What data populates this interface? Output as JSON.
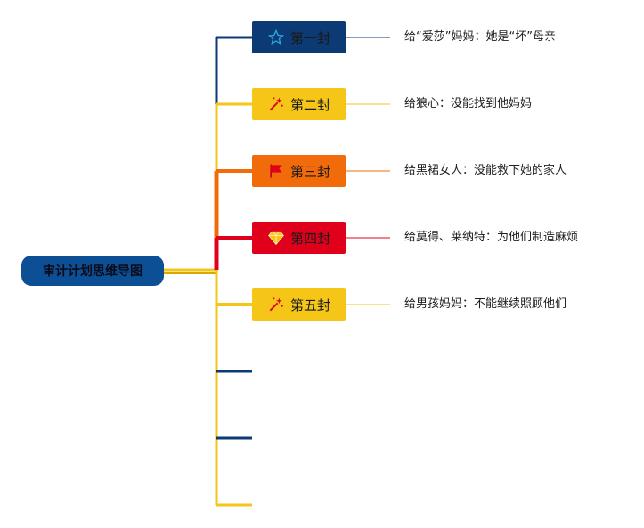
{
  "root": {
    "label": "审计计划思维导图"
  },
  "colors": {
    "navy": "#0b3a74",
    "yellow": "#f5c518",
    "orange": "#f26b0b",
    "red": "#e0001b",
    "root": "#0c4f95"
  },
  "branches": [
    {
      "label": "第一封",
      "icon": "star-outline-icon",
      "node_color": "#0b3a74",
      "note": "给“爱莎”妈妈：她是“坏”母亲"
    },
    {
      "label": "第二封",
      "icon": "magic-wand-icon",
      "node_color": "#f5c518",
      "note": "给狼心：没能找到他妈妈"
    },
    {
      "label": "第三封",
      "icon": "red-flag-icon",
      "node_color": "#f26b0b",
      "note": "给黑裙女人：没能救下她的家人"
    },
    {
      "label": "第四封",
      "icon": "diamond-icon",
      "node_color": "#e0001b",
      "note": "给莫得、莱纳特：为他们制造麻烦"
    },
    {
      "label": "第五封",
      "icon": "magic-wand-icon",
      "node_color": "#f5c518",
      "note": "给男孩妈妈：不能继续照顾他们"
    }
  ]
}
